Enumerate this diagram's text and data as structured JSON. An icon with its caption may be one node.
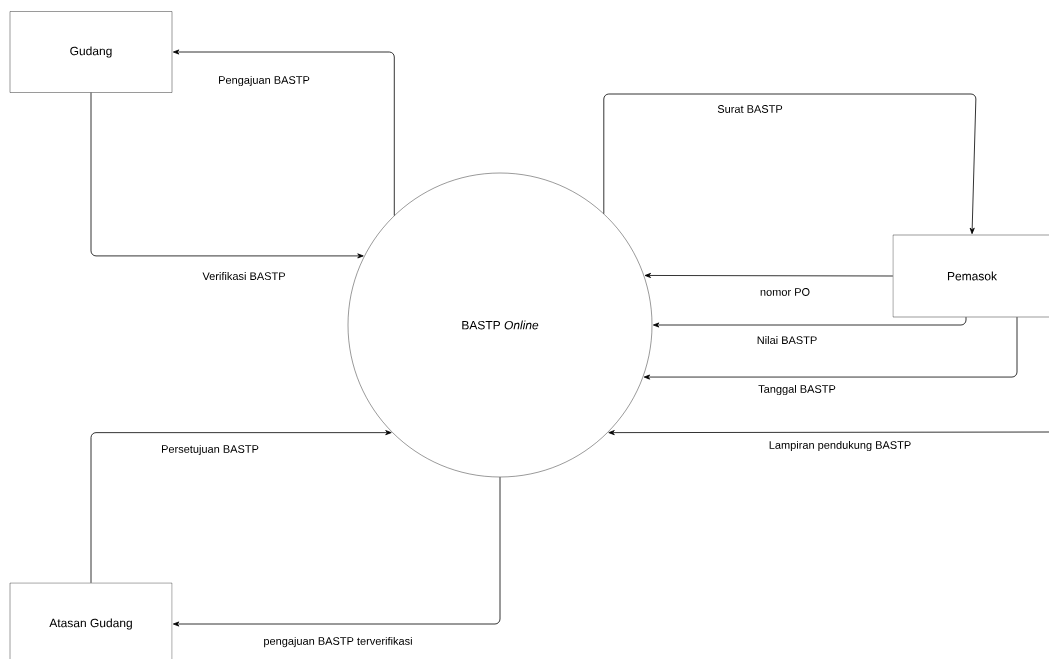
{
  "diagram": {
    "nodes": [
      {
        "text": [
          "Gudang"
        ]
      },
      {
        "text": [
          "BASTP *Online*"
        ]
      },
      {
        "text": [
          "Pemasok"
        ]
      },
      {
        "text": [
          "Atasan Gudang"
        ]
      }
    ],
    "edges": [
      {
        "from": 1,
        "to": 0,
        "arrow": "to",
        "label": "Pengajuan BASTP"
      },
      {
        "from": 0,
        "to": 1,
        "arrow": "to",
        "label": "Verifikasi BASTP"
      },
      {
        "from": 1,
        "to": 2,
        "arrow": "to",
        "label": "Surat BASTP"
      },
      {
        "from": 2,
        "to": 1,
        "arrow": "to",
        "label": "nomor PO"
      },
      {
        "from": 2,
        "to": 1,
        "arrow": "to",
        "label": "Nilai BASTP"
      },
      {
        "from": 2,
        "to": 1,
        "arrow": "to",
        "label": "Tanggal BASTP"
      },
      {
        "from": null,
        "to": 1,
        "arrow": "to",
        "label": "Lampiran pendukung BASTP"
      },
      {
        "from": 3,
        "to": 1,
        "arrow": "to",
        "label": "Persetujuan BASTP"
      },
      {
        "from": 1,
        "to": 3,
        "arrow": "to",
        "label": "pengajuan BASTP terverifikasi"
      }
    ]
  }
}
